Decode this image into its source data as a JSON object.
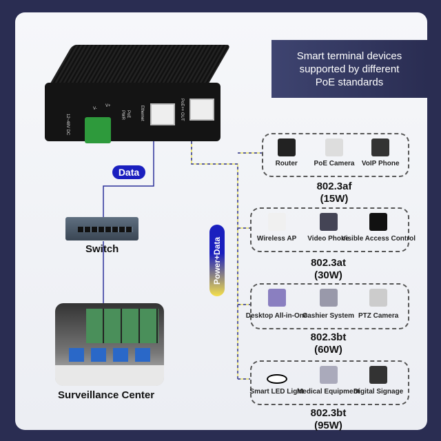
{
  "headline": {
    "lines": [
      "Smart terminal devices",
      "supported by different",
      "PoE standards"
    ]
  },
  "device": {
    "labels": {
      "dc": "12~48V DC",
      "vminus": "V-",
      "vplus": "V+",
      "pwr": "PWR",
      "poe": "PoE",
      "ethernet": "Ethernet",
      "poe_out": "PoE++ OUT"
    }
  },
  "data_pill": "Data",
  "power_data_pill": "Power+Data",
  "switch_label": "Switch",
  "surveillance_label": "Surveillance Center",
  "groups": [
    {
      "standard": "802.3af",
      "power": "(15W)",
      "devices": [
        {
          "name": "Router",
          "icon": "router-icon"
        },
        {
          "name": "PoE Camera",
          "icon": "camera-icon"
        },
        {
          "name": "VoIP Phone",
          "icon": "phone-icon"
        }
      ]
    },
    {
      "standard": "802.3at",
      "power": "(30W)",
      "devices": [
        {
          "name": "Wireless AP",
          "icon": "access-point-icon"
        },
        {
          "name": "Video Phone",
          "icon": "video-phone-icon"
        },
        {
          "name": "Visible Access Control",
          "icon": "access-control-icon"
        }
      ]
    },
    {
      "standard": "802.3bt",
      "power": "(60W)",
      "devices": [
        {
          "name": "Desktop All-in-One",
          "icon": "laptop-icon"
        },
        {
          "name": "Cashier System",
          "icon": "pos-icon"
        },
        {
          "name": "PTZ Camera",
          "icon": "ptz-camera-icon"
        }
      ]
    },
    {
      "standard": "802.3bt",
      "power": "(95W)",
      "devices": [
        {
          "name": "Smart LED Light",
          "icon": "led-light-icon"
        },
        {
          "name": "Medical Equipment",
          "icon": "medical-icon"
        },
        {
          "name": "Digital Signage",
          "icon": "signage-icon"
        }
      ]
    }
  ],
  "colors": {
    "frame": "#2a2d52",
    "data_line": "#2b2f9a",
    "power_line": "#e8e060",
    "terminal": "#2e9a3c"
  }
}
